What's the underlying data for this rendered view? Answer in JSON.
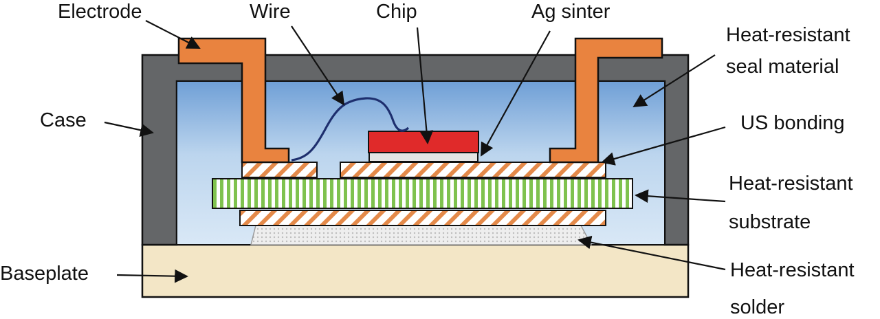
{
  "labels": {
    "electrode": "Electrode",
    "wire": "Wire",
    "chip": "Chip",
    "ag_sinter": "Ag sinter",
    "seal_line1": "Heat-resistant",
    "seal_line2": "seal material",
    "case": "Case",
    "us_bonding": "US bonding",
    "substrate_line1": "Heat-resistant",
    "substrate_line2": "substrate",
    "baseplate": "Baseplate",
    "solder_line1": "Heat-resistant",
    "solder_line2": "solder"
  },
  "colors": {
    "case": "#646668",
    "seal_fill_top": "#bfd6ee",
    "seal_fill_bottom": "#6f9fd6",
    "electrode": "#e9833f",
    "chip": "#e02a2a",
    "ag_sinter": "#e4e4e4",
    "copper_hatch": "#e48a4a",
    "substrate_stripe": "#7fc24e",
    "solder": "#dcdcdc",
    "baseplate": "#f3e6c6",
    "wire": "#1e2f6e"
  }
}
